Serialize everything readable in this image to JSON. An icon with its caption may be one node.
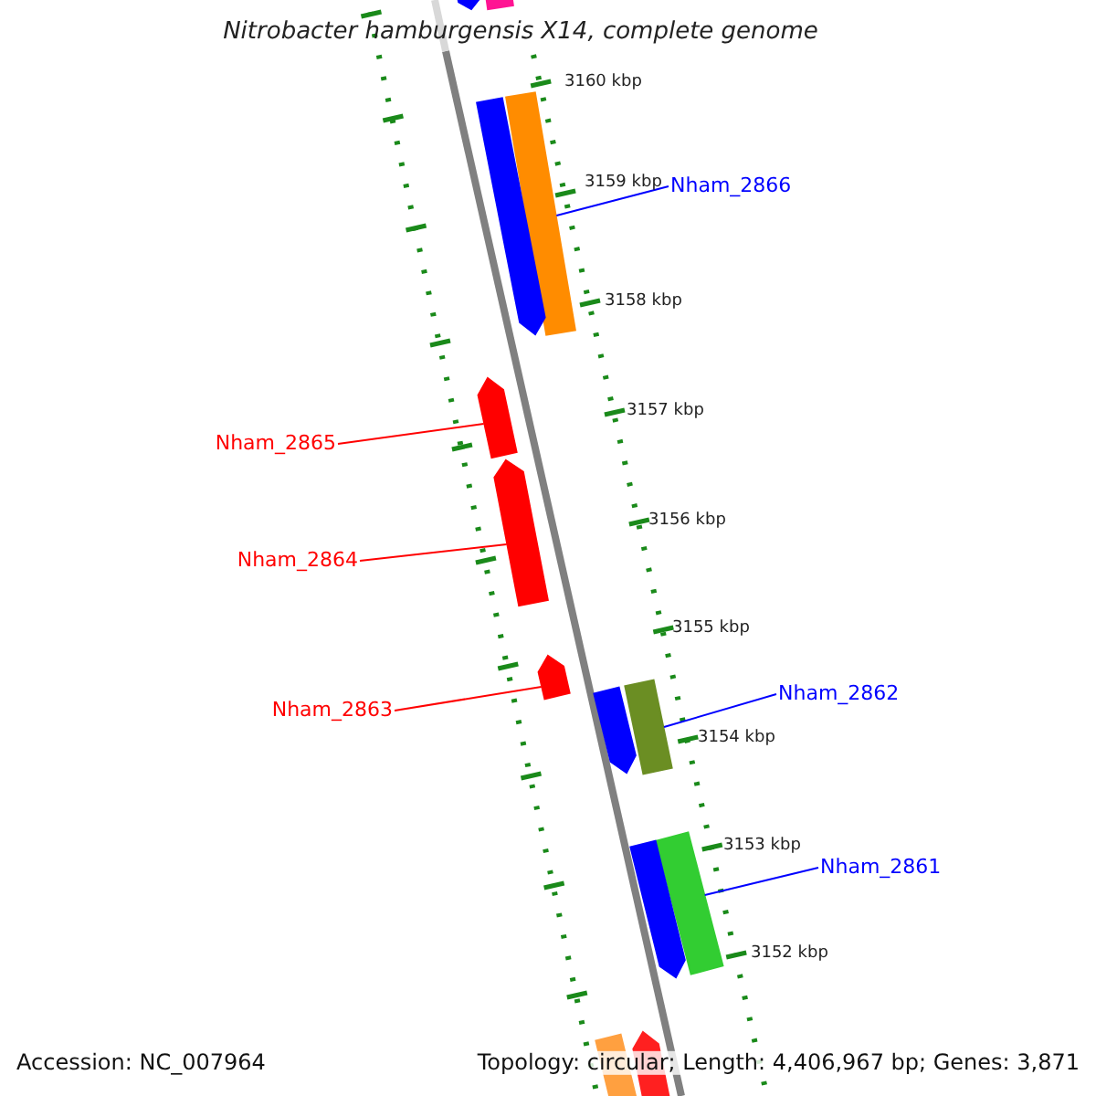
{
  "diagram": {
    "title": "Nitrobacter hamburgensis X14, complete genome",
    "nodes": [
      {
        "text": [
          "Nham_2866"
        ]
      },
      {
        "text": [
          "Nham_2865"
        ]
      },
      {
        "text": [
          "Nham_2864"
        ]
      },
      {
        "text": [
          "Nham_2863"
        ]
      },
      {
        "text": [
          "Nham_2862"
        ]
      },
      {
        "text": [
          "Nham_2861"
        ]
      },
      {
        "text": [],
        "shape": "bar"
      },
      {
        "text": [],
        "shape": "bar"
      },
      {
        "text": [],
        "shape": "bar"
      },
      {
        "text": [],
        "shape": "bar"
      },
      {
        "text": [],
        "shape": "bar"
      },
      {
        "text": [],
        "shape": "bar"
      },
      {
        "text": [],
        "shape": "bar"
      },
      {
        "text": [],
        "shape": "bar"
      },
      {
        "text": [],
        "shape": "bar"
      },
      {
        "text": [],
        "shape": "bar"
      },
      {
        "text": [],
        "shape": "bar"
      },
      {
        "text": [],
        "shape": "bar"
      },
      {
        "text": [],
        "shape": "bar"
      }
    ],
    "edges": [
      {
        "from": 0,
        "to": 6,
        "arrow": "none",
        "color": "#0000ff"
      },
      {
        "from": 1,
        "to": 7,
        "arrow": "none",
        "color": "#ff0000"
      },
      {
        "from": 2,
        "to": 8,
        "arrow": "none",
        "color": "#ff0000"
      },
      {
        "from": 3,
        "to": 9,
        "arrow": "none",
        "color": "#ff0000"
      },
      {
        "from": 4,
        "to": 10,
        "arrow": "none",
        "color": "#0000ff"
      },
      {
        "from": 5,
        "to": 11,
        "arrow": "none",
        "color": "#0000ff"
      }
    ],
    "labels": [
      "3160 kbp",
      "3159 kbp",
      "3158 kbp",
      "3157 kbp",
      "3156 kbp",
      "3155 kbp",
      "3154 kbp",
      "3153 kbp",
      "3152 kbp",
      "Accession: NC_007964",
      "Topology: circular; Length: 4,406,967 bp; Genes: 3,871"
    ]
  }
}
